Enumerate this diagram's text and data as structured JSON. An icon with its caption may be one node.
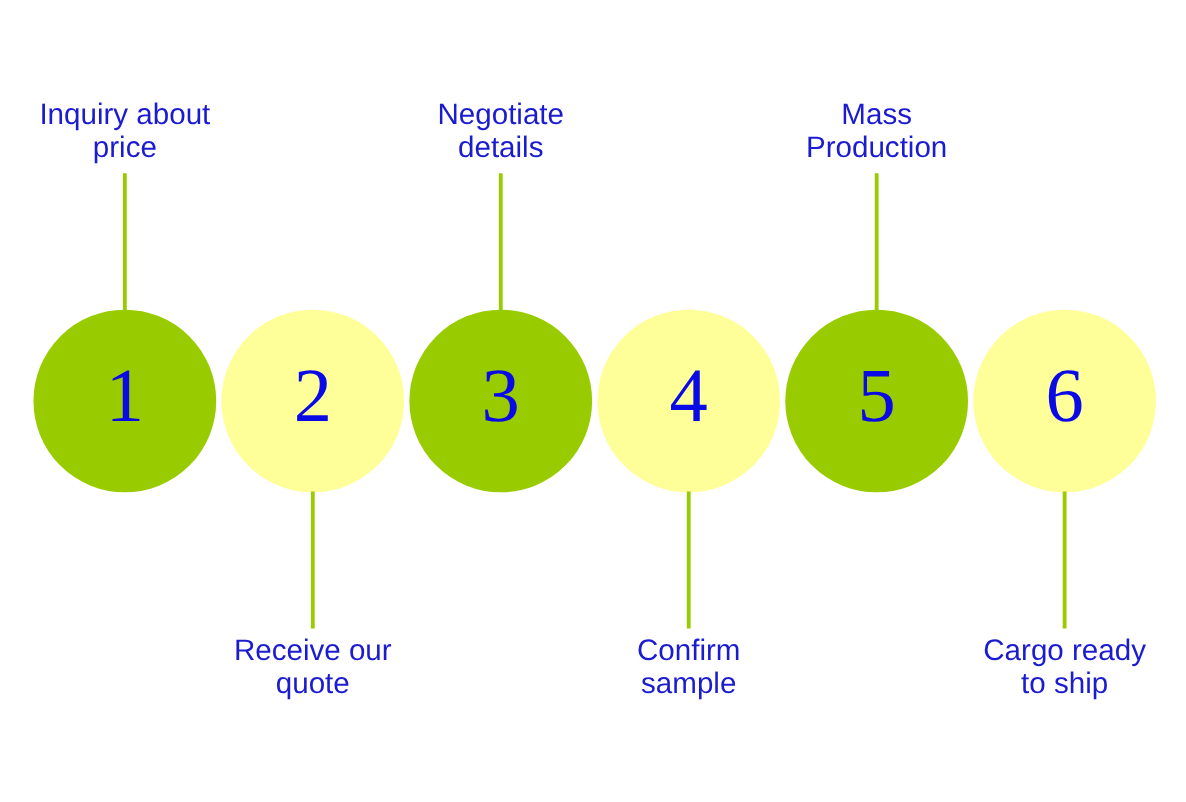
{
  "diagram": {
    "nodes": [
      {
        "text": [
          "Inquiry about price"
        ]
      },
      {
        "text": [
          "Negotiate details"
        ]
      },
      {
        "text": [
          "Mass Production"
        ]
      },
      {
        "text": [
          "1"
        ]
      },
      {
        "text": [
          "2"
        ]
      },
      {
        "text": [
          "3"
        ]
      },
      {
        "text": [
          "4"
        ]
      },
      {
        "text": [
          "5"
        ]
      },
      {
        "text": [
          "6"
        ]
      },
      {
        "text": [
          "Receive our quote"
        ]
      },
      {
        "text": [
          "Confirm sample"
        ]
      },
      {
        "text": [
          "Cargo ready to ship"
        ]
      }
    ],
    "edges": [
      {
        "from": 0,
        "to": 3,
        "arrow": "none"
      },
      {
        "from": 1,
        "to": 5,
        "arrow": "none"
      },
      {
        "from": 2,
        "to": 7,
        "arrow": "none"
      },
      {
        "from": 4,
        "to": 9,
        "arrow": "none"
      },
      {
        "from": 6,
        "to": 10,
        "arrow": "none"
      },
      {
        "from": 8,
        "to": 11,
        "arrow": "none"
      }
    ]
  }
}
